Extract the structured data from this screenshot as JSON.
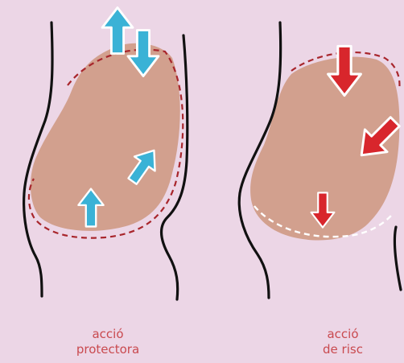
{
  "colors": {
    "background": "#ecd6e6",
    "belly_fill": "#d2a08e",
    "outline": "#111111",
    "dashed_red": "#a8262c",
    "dashed_white": "#ffffff",
    "arrow_blue": "#3ab2d6",
    "arrow_red": "#d8262c",
    "caption": "#c94a4f"
  },
  "panels": [
    {
      "caption_line1": "acció",
      "caption_line2": "protectora",
      "arrow_color": "blue",
      "arrows": [
        "up-arrow-icon",
        "down-arrow-icon",
        "up-right-arrow-icon",
        "up-arrow-icon"
      ]
    },
    {
      "caption_line1": "acció",
      "caption_line2": "de risc",
      "arrow_color": "red",
      "arrows": [
        "down-arrow-icon",
        "down-left-arrow-icon",
        "down-arrow-icon"
      ]
    }
  ]
}
